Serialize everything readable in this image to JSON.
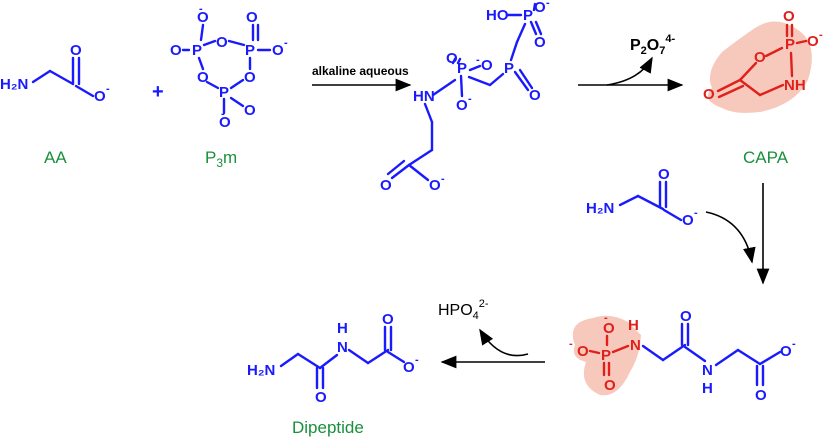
{
  "atoms": {
    "H2N": "H₂N",
    "HN": "HN",
    "NH": "NH",
    "N": "N",
    "H": "H",
    "O": "O",
    "HO": "HO",
    "P": "P",
    "charge_neg": "-"
  },
  "labels": {
    "aa": "AA",
    "p3m": "P",
    "p3m_sub": "3",
    "p3m_tail": "m",
    "capa": "CAPA",
    "dipeptide": "Dipeptide",
    "plus": "+",
    "condition": "alkaline aqueous",
    "pyrophosphate": "P",
    "pyro_sub1": "2",
    "pyro_o": "O",
    "pyro_sub2": "7",
    "pyro_charge": "4-",
    "hpo4": "HPO",
    "hpo4_sub": "4",
    "hpo4_charge": "2-"
  },
  "colors": {
    "molecule": "#1a1aff",
    "highlight_atoms": "#e0201b",
    "highlight_fill": "#f7c9bd",
    "label": "#1a8f3c"
  }
}
